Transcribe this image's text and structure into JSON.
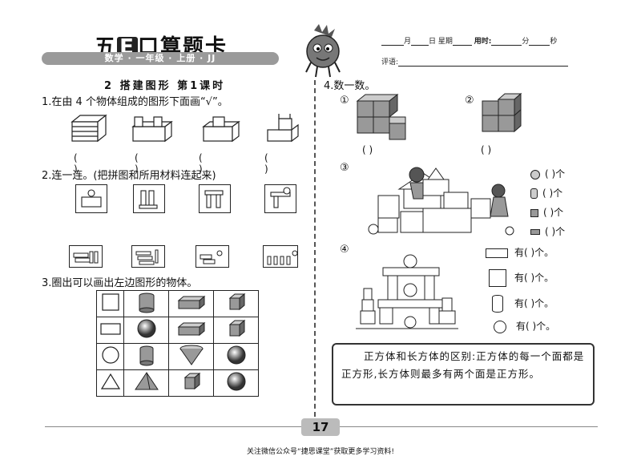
{
  "header": {
    "title_a": "五",
    "title_e": "E",
    "title_b": "口算题卡",
    "subtitle": "数学 · 一年级 · 上册 · JJ",
    "date_month": "月",
    "date_day": "日",
    "date_week": "星期",
    "time_label": "用时:",
    "minute": "分",
    "second": "秒",
    "comment_label": "评语:"
  },
  "lesson_title": "2 搭建图形 第1课时",
  "q1": {
    "text": "1.在由 4 个物体组成的图形下面画“√”。",
    "parens": [
      "(   )",
      "(   )",
      "(   )",
      "(   )"
    ]
  },
  "q2": {
    "text": "2.连一连。(把拼图和所用材料连起来)"
  },
  "q3": {
    "text": "3.圈出可以画出左边图形的物体。"
  },
  "q4": {
    "text": "4.数一数。",
    "n1": "①",
    "n2": "②",
    "n3": "③",
    "n4": "④",
    "paren": "(   )",
    "ge": "个",
    "you": "有",
    "ge_period": ")个。",
    "counts3": [
      "(      )个",
      "(      )个",
      "(      )个",
      "(      )个"
    ],
    "counts4": [
      "有(      )个。",
      "有(      )个。",
      "有(      )个。",
      "有(      )个。"
    ]
  },
  "note": "正方体和长方体的区别:正方体的每一个面都是正方形,长方体则最多有两个面是正方形。",
  "page_number": "17",
  "footer": "关注微信公众号“捷思课堂”获取更多学习资料!"
}
